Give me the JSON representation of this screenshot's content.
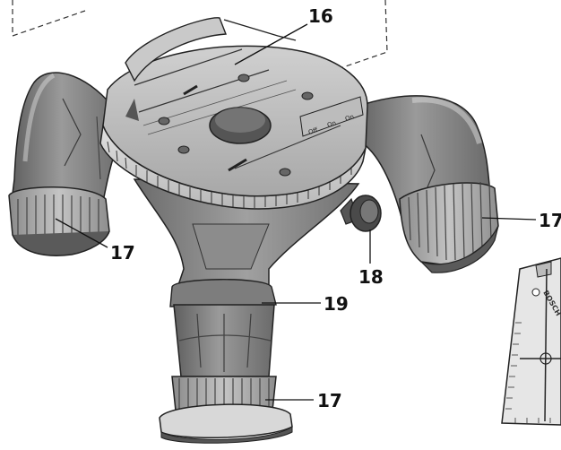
{
  "labels": {
    "plate": "16",
    "foot_left": "17",
    "foot_right": "17",
    "foot_front": "17",
    "lock_knob": "18",
    "column": "19"
  },
  "switch": {
    "off": "Off",
    "on1": "On",
    "on2": "On"
  },
  "target": {
    "brand": "BOSCH"
  }
}
